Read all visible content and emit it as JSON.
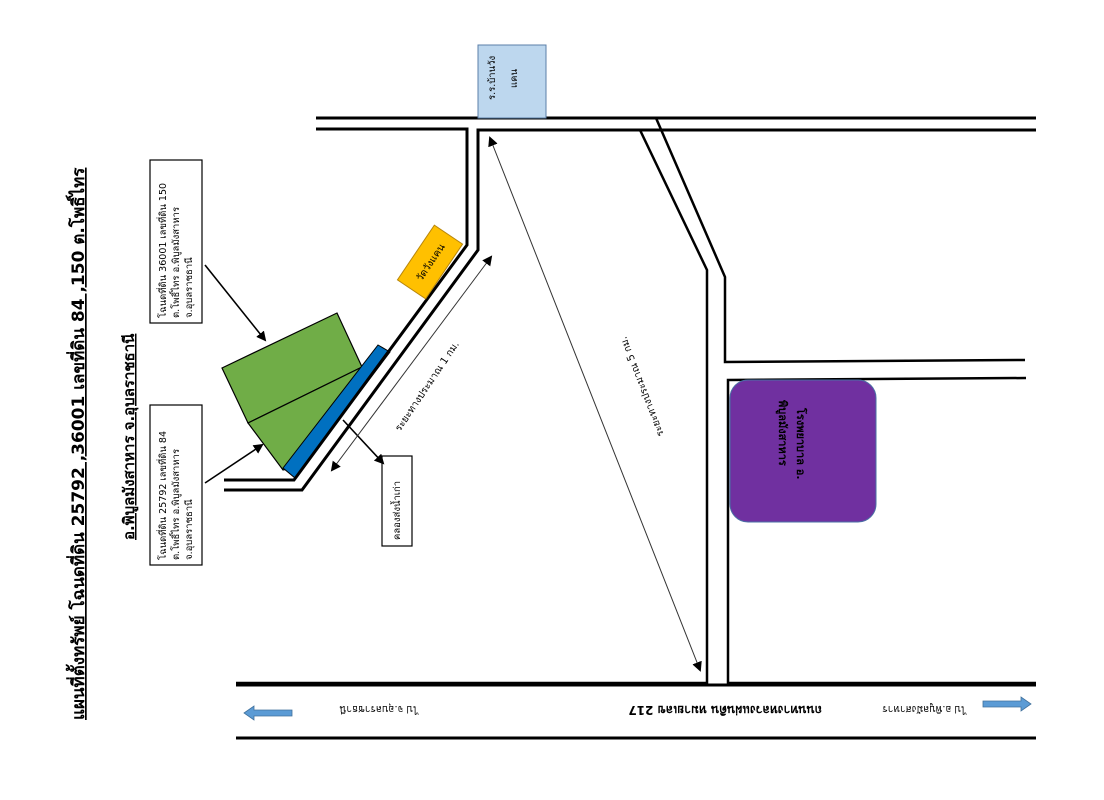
{
  "map": {
    "title": "แผนที่ตั้งทรัพย์ โฉนดที่ดิน 25792 ,36001 เลขที่ดิน 84 ,150 ต.โพธิ์ไทร",
    "subtitle": "อ.พิบูลมังสาหาร จ.อุบลราชธานี",
    "parcel_labels": [
      {
        "line1": "โฉนดที่ดิน 36001 เลขที่ดิน 150",
        "line2": "ต.โพธิ์ไทร อ.พิบูลมังสาหาร",
        "line3": "จ.อุบลราชธานี"
      },
      {
        "line1": "โฉนดที่ดิน 25792 เลขที่ดิน 84",
        "line2": "ต.โพธิ์ไทร อ.พิบูลมังสาหาร",
        "line3": "จ.อุบลราชธานี"
      }
    ],
    "landmarks": {
      "school_line1": "ร.ร.บ้านวัง",
      "school_line2": "แคน",
      "temple": "วัดวังแคน",
      "canal": "คลองส่งน้ำเก่า",
      "hospital_line1": "โรงพยาบาล อ.",
      "hospital_line2": "พิบูลมังสาหาร"
    },
    "distances": {
      "short": "ระยะทางประมาณ 1 กม.",
      "long": "ระยะทางประมาณ 5 กม."
    },
    "main_road": {
      "name": "ถนนทางหลวงแผ่นดิน หมายเลข 217",
      "to_left": "ไป จ.อุบลราชธานี",
      "to_right": "ไป อ.พิบูลมังสาหาร"
    },
    "colors": {
      "parcel": "#70AD47",
      "canal": "#0070C0",
      "temple": "#FFC000",
      "school": "#BDD7EE",
      "hospital": "#7030A0",
      "arrow": "#5B9BD5"
    }
  }
}
